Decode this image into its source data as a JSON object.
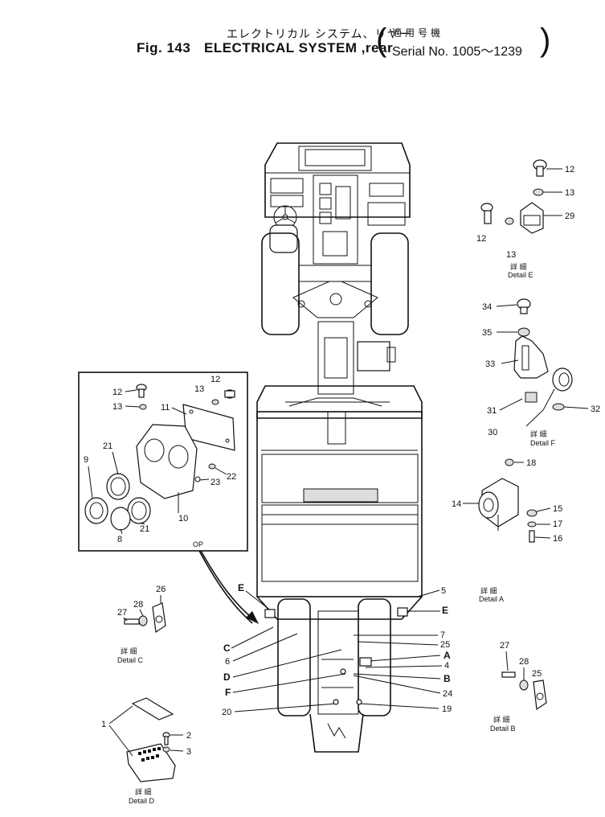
{
  "header": {
    "title_jp": "エレクトリカル システム、リヤー",
    "applicable_jp": "適用号機",
    "fig_label": "Fig. 143",
    "title_en": "ELECTRICAL SYSTEM ,rear",
    "serial": "Serial No. 1005～1239"
  },
  "details": {
    "jp": "詳 細",
    "E": "Detail E",
    "F": "Detail F",
    "A": "Detail A",
    "C": "Detail C",
    "B": "Detail B",
    "D": "Detail D",
    "op": "OP"
  },
  "callouts": {
    "c12a": "12",
    "c13a": "13",
    "c29": "29",
    "c12b": "12",
    "c13b": "13",
    "c34": "34",
    "c35": "35",
    "c33": "33",
    "c31": "31",
    "c30": "30",
    "c32": "32",
    "c18": "18",
    "c14": "14",
    "c15": "15",
    "c17": "17",
    "c16": "16",
    "c12c": "12",
    "c13c": "13",
    "c11": "11",
    "c12d": "12",
    "c13d": "13",
    "c21a": "21",
    "c9": "9",
    "c23": "23",
    "c22": "22",
    "c10": "10",
    "c8": "8",
    "c21b": "21",
    "c26": "26",
    "c28a": "28",
    "c27a": "27",
    "c5": "5",
    "cE1": "E",
    "cE2": "E",
    "cC": "C",
    "c6": "6",
    "cD": "D",
    "cF": "F",
    "c7": "7",
    "c25a": "25",
    "cA": "A",
    "c4": "4",
    "cB": "B",
    "c24": "24",
    "c20": "20",
    "c19": "19",
    "c27b": "27",
    "c28b": "28",
    "c25b": "25",
    "c1": "1",
    "c2": "2",
    "c3": "3"
  }
}
